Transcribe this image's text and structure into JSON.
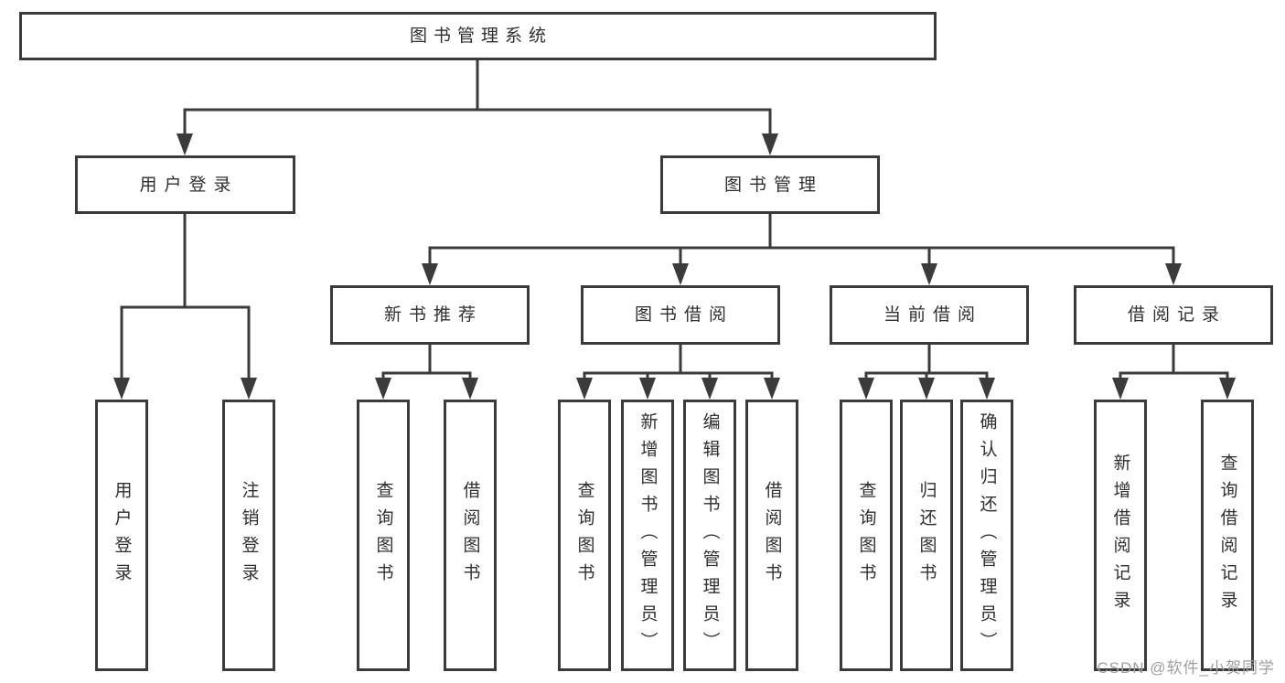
{
  "diagram": {
    "root": {
      "label": "图书管理系统"
    },
    "branches": [
      {
        "label": "用户登录",
        "children": [
          {
            "label": "用户登录"
          },
          {
            "label": "注销登录"
          }
        ]
      },
      {
        "label": "图书管理",
        "children": [
          {
            "label": "新书推荐",
            "children": [
              {
                "label": "查询图书"
              },
              {
                "label": "借阅图书"
              }
            ]
          },
          {
            "label": "图书借阅",
            "children": [
              {
                "label": "查询图书"
              },
              {
                "label": "新增图书（管理员）"
              },
              {
                "label": "编辑图书（管理员）"
              },
              {
                "label": "借阅图书"
              }
            ]
          },
          {
            "label": "当前借阅",
            "children": [
              {
                "label": "查询图书"
              },
              {
                "label": "归还图书"
              },
              {
                "label": "确认归还（管理员）"
              }
            ]
          },
          {
            "label": "借阅记录",
            "children": [
              {
                "label": "新增借阅记录"
              },
              {
                "label": "查询借阅记录"
              }
            ]
          }
        ]
      }
    ]
  },
  "watermark": {
    "text": "CSDN @软件_小贺同学"
  },
  "colors": {
    "line": "#3b3b3b",
    "box_border": "#3b3b3b",
    "text": "#2f2f2f",
    "watermark": "#9e9e9e",
    "background": "#ffffff"
  }
}
